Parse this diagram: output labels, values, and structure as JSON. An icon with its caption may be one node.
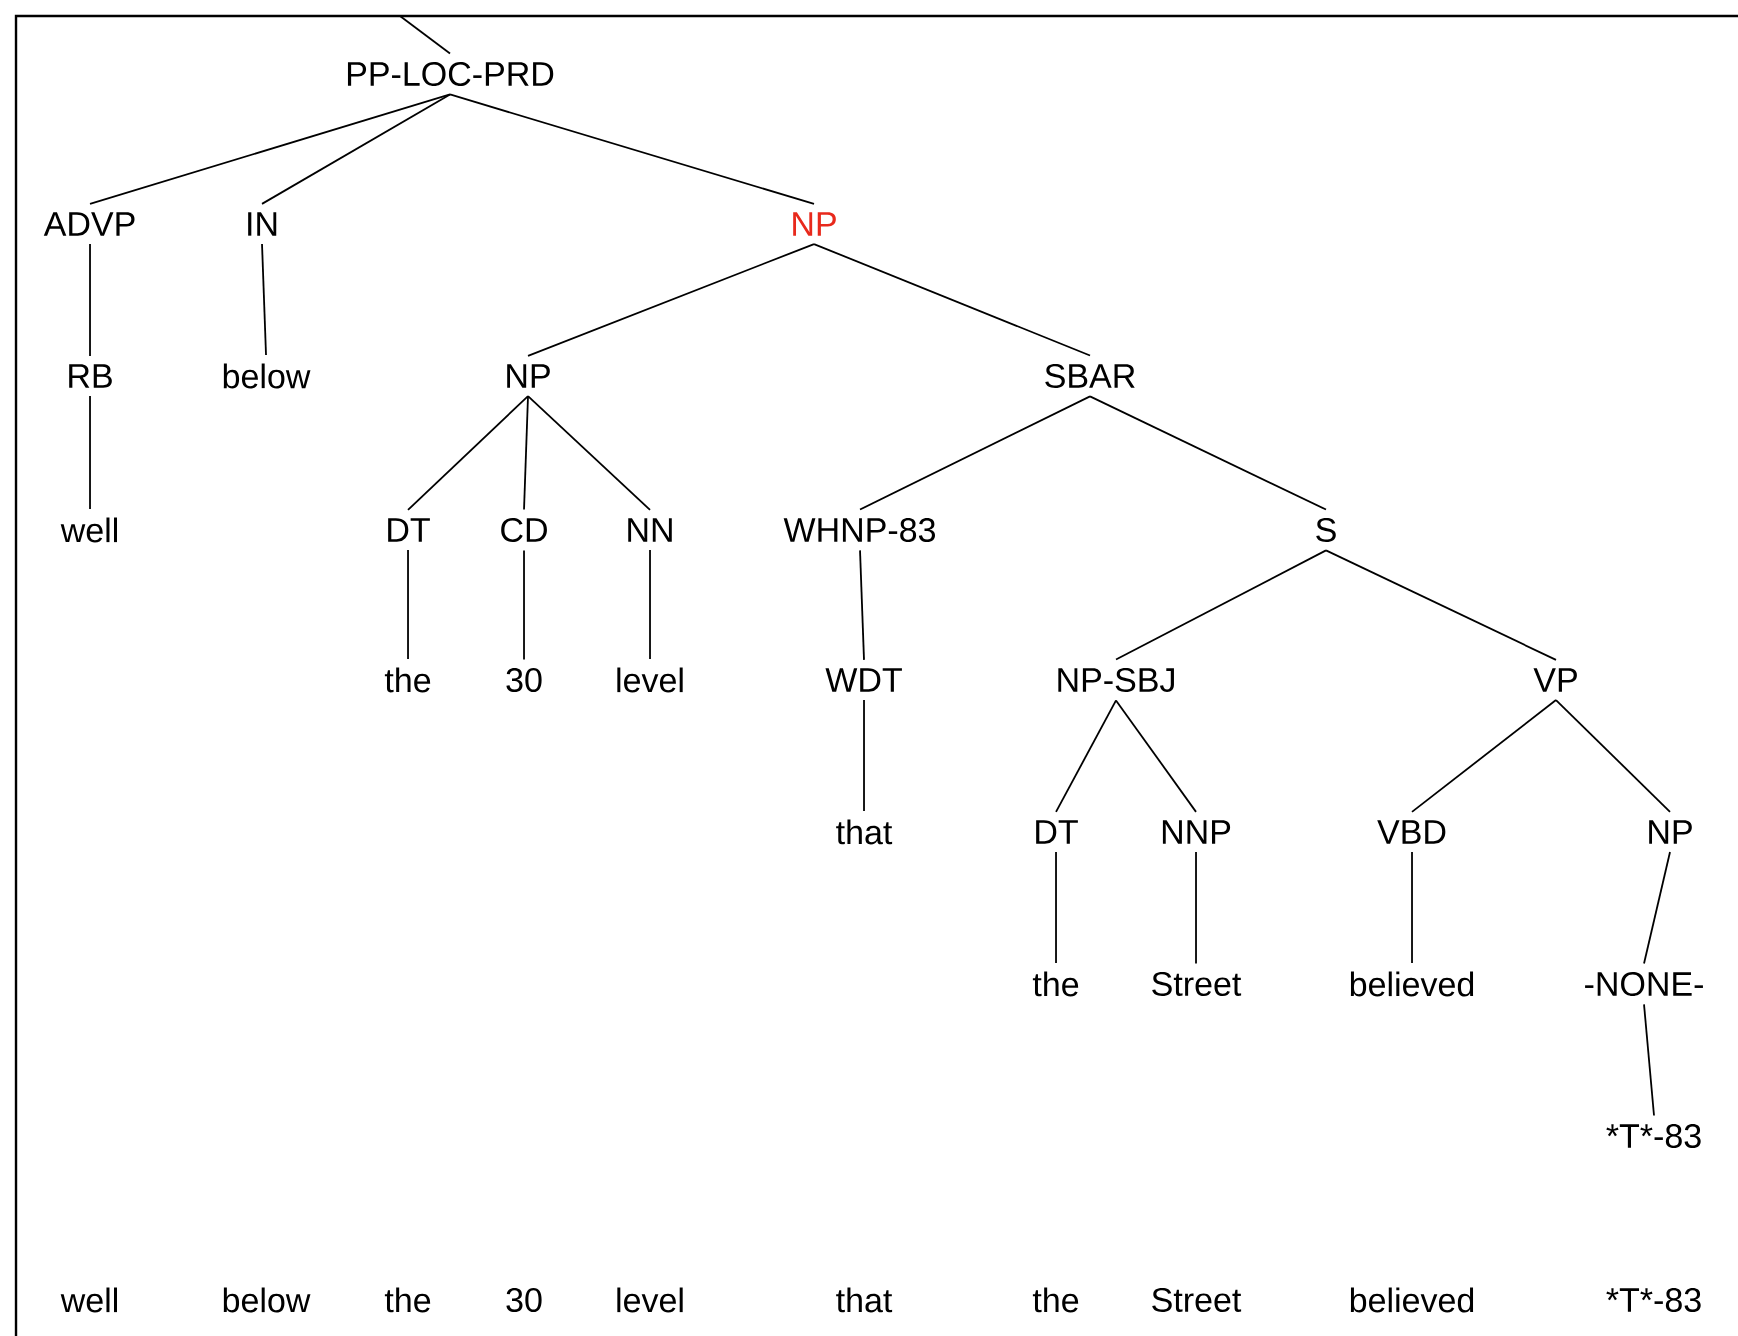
{
  "diagram": {
    "nodes": [
      {
        "text": [
          "PP-LOC-PRD"
        ]
      },
      {
        "text": [
          "ADVP"
        ]
      },
      {
        "text": [
          "IN"
        ]
      },
      {
        "text": [
          "NP"
        ]
      },
      {
        "text": [
          "RB"
        ]
      },
      {
        "text": [
          "below"
        ]
      },
      {
        "text": [
          "NP"
        ]
      },
      {
        "text": [
          "SBAR"
        ]
      },
      {
        "text": [
          "well"
        ]
      },
      {
        "text": [
          "DT"
        ]
      },
      {
        "text": [
          "CD"
        ]
      },
      {
        "text": [
          "NN"
        ]
      },
      {
        "text": [
          "WHNP-83"
        ]
      },
      {
        "text": [
          "S"
        ]
      },
      {
        "text": [
          "the"
        ]
      },
      {
        "text": [
          "30"
        ]
      },
      {
        "text": [
          "level"
        ]
      },
      {
        "text": [
          "WDT"
        ]
      },
      {
        "text": [
          "NP-SBJ"
        ]
      },
      {
        "text": [
          "VP"
        ]
      },
      {
        "text": [
          "that"
        ]
      },
      {
        "text": [
          "DT"
        ]
      },
      {
        "text": [
          "NNP"
        ]
      },
      {
        "text": [
          "VBD"
        ]
      },
      {
        "text": [
          "NP"
        ]
      },
      {
        "text": [
          "the"
        ]
      },
      {
        "text": [
          "Street"
        ]
      },
      {
        "text": [
          "believed"
        ]
      },
      {
        "text": [
          "-NONE-"
        ]
      },
      {
        "text": [
          "*T*-83"
        ]
      }
    ],
    "edges": [
      {
        "from": null,
        "to": 0,
        "arrow": "none"
      },
      {
        "from": 0,
        "to": 1,
        "arrow": "none"
      },
      {
        "from": 0,
        "to": 2,
        "arrow": "none"
      },
      {
        "from": 0,
        "to": 3,
        "arrow": "none"
      },
      {
        "from": 1,
        "to": 4,
        "arrow": "none"
      },
      {
        "from": 2,
        "to": 5,
        "arrow": "none"
      },
      {
        "from": 3,
        "to": 6,
        "arrow": "none"
      },
      {
        "from": 3,
        "to": 7,
        "arrow": "none"
      },
      {
        "from": 4,
        "to": 8,
        "arrow": "none"
      },
      {
        "from": 6,
        "to": 9,
        "arrow": "none"
      },
      {
        "from": 6,
        "to": 10,
        "arrow": "none"
      },
      {
        "from": 6,
        "to": 11,
        "arrow": "none"
      },
      {
        "from": 7,
        "to": 12,
        "arrow": "none"
      },
      {
        "from": 7,
        "to": 13,
        "arrow": "none"
      },
      {
        "from": 9,
        "to": 14,
        "arrow": "none"
      },
      {
        "from": 10,
        "to": 15,
        "arrow": "none"
      },
      {
        "from": 11,
        "to": 16,
        "arrow": "none"
      },
      {
        "from": 12,
        "to": 17,
        "arrow": "none"
      },
      {
        "from": 13,
        "to": 18,
        "arrow": "none"
      },
      {
        "from": 13,
        "to": 19,
        "arrow": "none"
      },
      {
        "from": 17,
        "to": 20,
        "arrow": "none"
      },
      {
        "from": 18,
        "to": 21,
        "arrow": "none"
      },
      {
        "from": 18,
        "to": 22,
        "arrow": "none"
      },
      {
        "from": 19,
        "to": 23,
        "arrow": "none"
      },
      {
        "from": 19,
        "to": 24,
        "arrow": "none"
      },
      {
        "from": 21,
        "to": 25,
        "arrow": "none"
      },
      {
        "from": 22,
        "to": 26,
        "arrow": "none"
      },
      {
        "from": 23,
        "to": 27,
        "arrow": "none"
      },
      {
        "from": 24,
        "to": 28,
        "arrow": "none"
      },
      {
        "from": 28,
        "to": 29,
        "arrow": "none"
      }
    ],
    "labels": [
      "well",
      "below",
      "the",
      "30",
      "level",
      "that",
      "the",
      "Street",
      "believed",
      "*T*-83"
    ]
  }
}
